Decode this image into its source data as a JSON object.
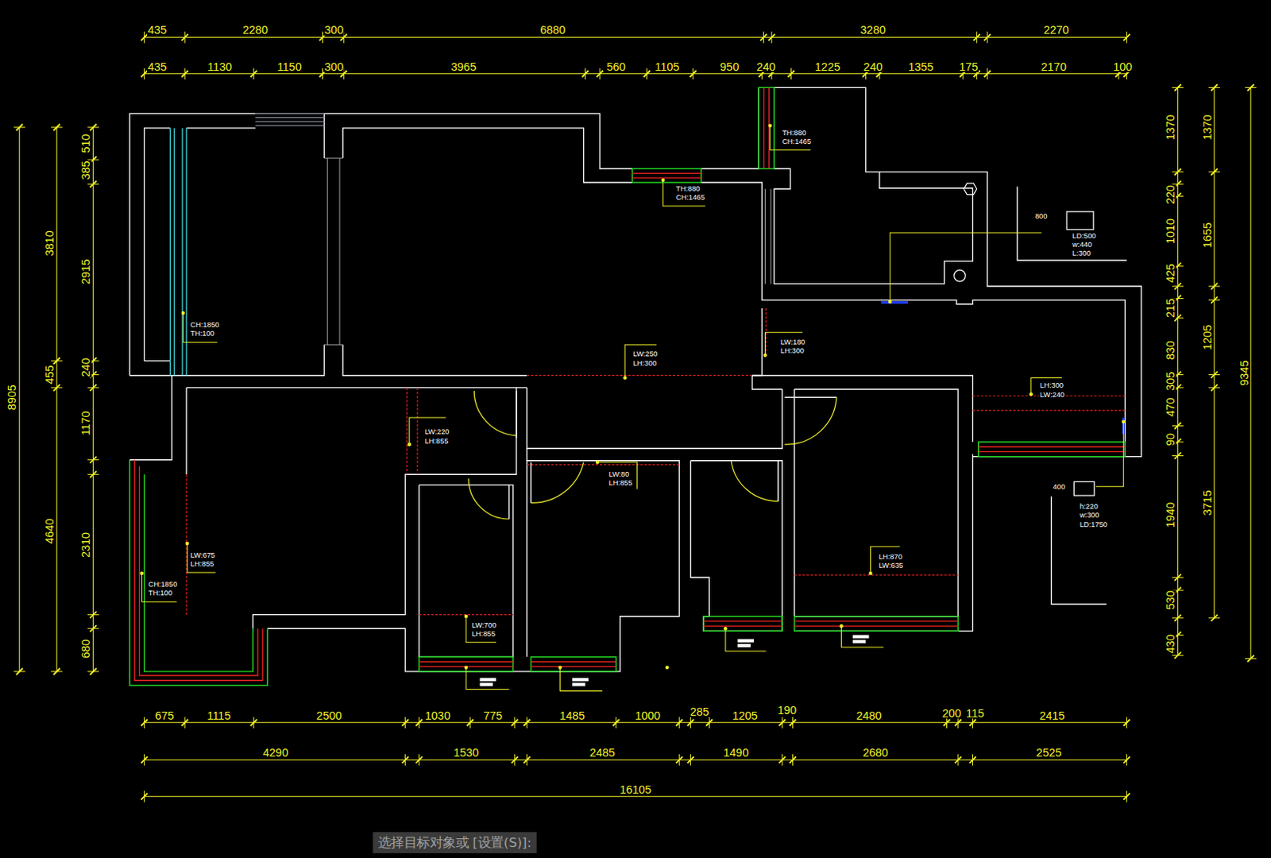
{
  "diagram": {
    "nodes": [
      {
        "text": [
          "选择目标对象或 [设置(S)]:"
        ]
      }
    ],
    "labels": [
      "435",
      "2280",
      "300",
      "6880",
      "3280",
      "2270",
      "435",
      "1130",
      "1150",
      "300",
      "3965",
      "560",
      "1105",
      "950",
      "240",
      "1225",
      "240",
      "1355",
      "175",
      "2170",
      "100",
      "675",
      "1115",
      "2500",
      "1030",
      "775",
      "1485",
      "1000",
      "285",
      "1205",
      "190",
      "2480",
      "200",
      "115",
      "2415",
      "4290",
      "1530",
      "2485",
      "1490",
      "2680",
      "2525",
      "16105",
      "8905",
      "3810",
      "455",
      "4640",
      "510",
      "385",
      "2915",
      "240",
      "1170",
      "2310",
      "680",
      "1370",
      "220",
      "1010",
      "425",
      "215",
      "830",
      "305",
      "470",
      "90",
      "1940",
      "530",
      "430",
      "1370",
      "1655",
      "1205",
      "3715",
      "9345",
      "CH:1850",
      "TH:100",
      "TH:880",
      "CH:1465",
      "TH:880",
      "CH:1465",
      "800",
      "LD:500",
      "w:440",
      "L:300",
      "LW:250",
      "LH:300",
      "LW:180",
      "LH:300",
      "LH:300",
      "LW:240",
      "LW:220",
      "LH:855",
      "LW:80",
      "LH:855",
      "400",
      "h:220",
      "w:300",
      "LD:1750",
      "LW:675",
      "LH:855",
      "LH:870",
      "LW:635",
      "CH:1850",
      "TH:100",
      "LW:700",
      "LH:855"
    ]
  }
}
